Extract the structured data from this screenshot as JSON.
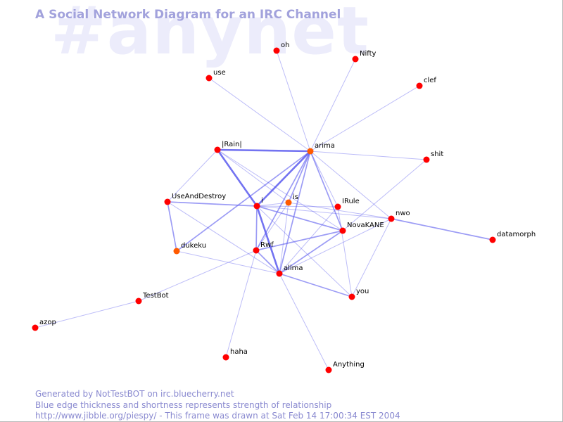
{
  "watermark": "#anynet",
  "title": "A Social Network Diagram for an IRC Channel",
  "colors": {
    "node": "#ff0000",
    "node_highlight": "#ff5a00",
    "edge": "#5a5aee",
    "title": "#a2a2dc",
    "watermark": "#ececfb",
    "footer": "#8a8ad0"
  },
  "graph": {
    "nodes": [
      {
        "id": "oh",
        "label": "oh"
      },
      {
        "id": "Nifty",
        "label": "Nifty"
      },
      {
        "id": "use",
        "label": "use"
      },
      {
        "id": "clef",
        "label": "clef"
      },
      {
        "id": "Rain",
        "label": "|Rain|"
      },
      {
        "id": "arima",
        "label": "arima",
        "highlight": true
      },
      {
        "id": "shit",
        "label": "shit"
      },
      {
        "id": "UseAndDestroy",
        "label": "UseAndDestroy"
      },
      {
        "id": "i",
        "label": "i"
      },
      {
        "id": "is",
        "label": "is",
        "highlight": true
      },
      {
        "id": "IRule",
        "label": "IRule"
      },
      {
        "id": "nwo",
        "label": "nwo"
      },
      {
        "id": "NovaKANE",
        "label": "NovaKANE"
      },
      {
        "id": "datamorph",
        "label": "datamorph"
      },
      {
        "id": "dukeku",
        "label": "dukeku",
        "highlight": true
      },
      {
        "id": "Rwf",
        "label": "Rwf"
      },
      {
        "id": "alima",
        "label": "alima"
      },
      {
        "id": "you",
        "label": "you"
      },
      {
        "id": "TestBot",
        "label": "TestBot"
      },
      {
        "id": "azop",
        "label": "azop"
      },
      {
        "id": "haha",
        "label": "haha"
      },
      {
        "id": "Anything",
        "label": "Anything"
      }
    ],
    "edges": [
      {
        "source": "arima",
        "target": "oh",
        "weight": 1
      },
      {
        "source": "arima",
        "target": "Nifty",
        "weight": 1
      },
      {
        "source": "arima",
        "target": "use",
        "weight": 1
      },
      {
        "source": "arima",
        "target": "clef",
        "weight": 1
      },
      {
        "source": "arima",
        "target": "shit",
        "weight": 1
      },
      {
        "source": "arima",
        "target": "Rain",
        "weight": 3
      },
      {
        "source": "arima",
        "target": "i",
        "weight": 3
      },
      {
        "source": "arima",
        "target": "is",
        "weight": 2
      },
      {
        "source": "arima",
        "target": "Rwf",
        "weight": 2
      },
      {
        "source": "arima",
        "target": "alima",
        "weight": 2
      },
      {
        "source": "arima",
        "target": "NovaKANE",
        "weight": 2
      },
      {
        "source": "arima",
        "target": "nwo",
        "weight": 1
      },
      {
        "source": "arima",
        "target": "IRule",
        "weight": 1
      },
      {
        "source": "arima",
        "target": "dukeku",
        "weight": 2
      },
      {
        "source": "Rain",
        "target": "i",
        "weight": 3
      },
      {
        "source": "Rain",
        "target": "UseAndDestroy",
        "weight": 1
      },
      {
        "source": "Rain",
        "target": "NovaKANE",
        "weight": 1
      },
      {
        "source": "Rain",
        "target": "is",
        "weight": 1
      },
      {
        "source": "UseAndDestroy",
        "target": "i",
        "weight": 2
      },
      {
        "source": "UseAndDestroy",
        "target": "dukeku",
        "weight": 2
      },
      {
        "source": "UseAndDestroy",
        "target": "alima",
        "weight": 1
      },
      {
        "source": "i",
        "target": "Rwf",
        "weight": 2
      },
      {
        "source": "i",
        "target": "alima",
        "weight": 3
      },
      {
        "source": "i",
        "target": "NovaKANE",
        "weight": 2
      },
      {
        "source": "i",
        "target": "nwo",
        "weight": 1
      },
      {
        "source": "i",
        "target": "is",
        "weight": 1
      },
      {
        "source": "i",
        "target": "IRule",
        "weight": 1
      },
      {
        "source": "i",
        "target": "you",
        "weight": 1
      },
      {
        "source": "is",
        "target": "Rwf",
        "weight": 1
      },
      {
        "source": "is",
        "target": "alima",
        "weight": 1
      },
      {
        "source": "is",
        "target": "nwo",
        "weight": 1
      },
      {
        "source": "IRule",
        "target": "alima",
        "weight": 1
      },
      {
        "source": "IRule",
        "target": "you",
        "weight": 1
      },
      {
        "source": "NovaKANE",
        "target": "Rwf",
        "weight": 2
      },
      {
        "source": "NovaKANE",
        "target": "alima",
        "weight": 2
      },
      {
        "source": "NovaKANE",
        "target": "shit",
        "weight": 1
      },
      {
        "source": "nwo",
        "target": "datamorph",
        "weight": 2
      },
      {
        "source": "nwo",
        "target": "alima",
        "weight": 1
      },
      {
        "source": "nwo",
        "target": "you",
        "weight": 1
      },
      {
        "source": "alima",
        "target": "you",
        "weight": 2
      },
      {
        "source": "alima",
        "target": "Anything",
        "weight": 1
      },
      {
        "source": "alima",
        "target": "dukeku",
        "weight": 1
      },
      {
        "source": "Rwf",
        "target": "alima",
        "weight": 2
      },
      {
        "source": "Rwf",
        "target": "TestBot",
        "weight": 1
      },
      {
        "source": "Rwf",
        "target": "haha",
        "weight": 1
      },
      {
        "source": "TestBot",
        "target": "azop",
        "weight": 1
      }
    ]
  },
  "footer": {
    "line1": "Generated by NotTestBOT on irc.bluecherry.net",
    "line2": "Blue edge thickness and shortness represents strength of relationship",
    "line3": "http://www.jibble.org/piespy/ - This frame was drawn at Sat Feb 14 17:00:34 EST 2004"
  }
}
